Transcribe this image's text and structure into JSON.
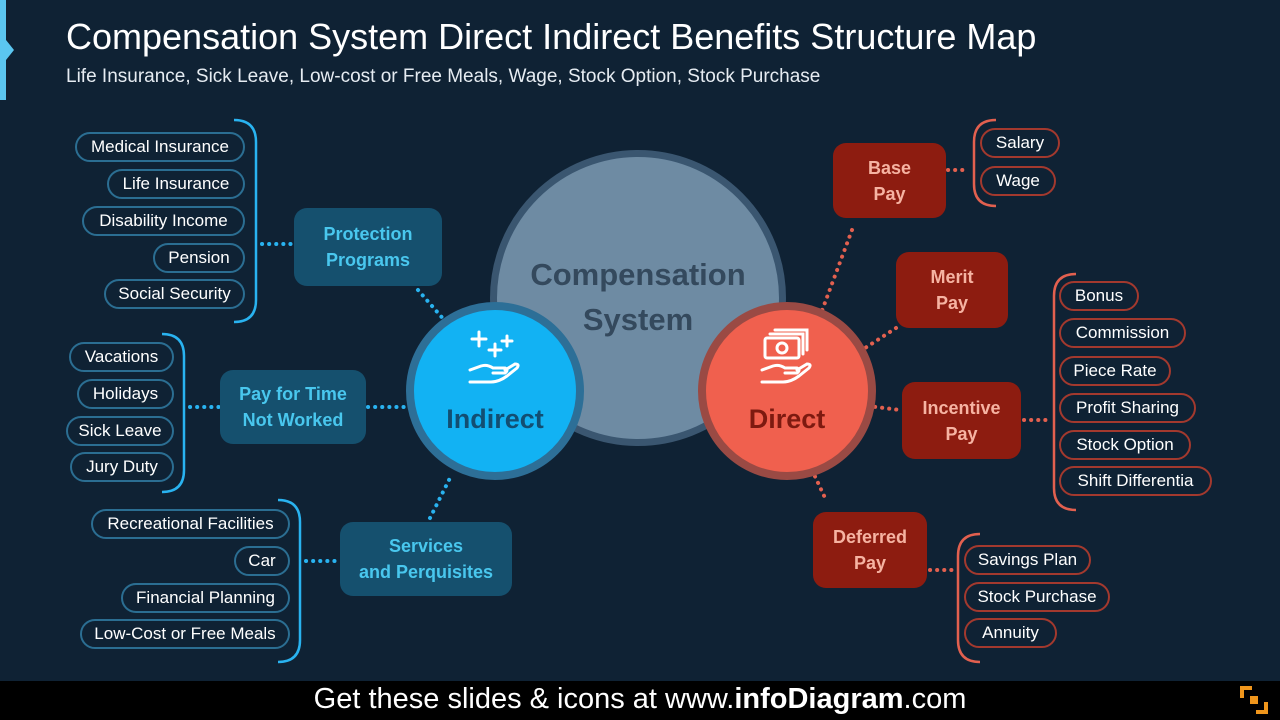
{
  "header": {
    "title": "Compensation System Direct Indirect Benefits Structure Map",
    "subtitle": "Life Insurance, Sick Leave, Low-cost or Free Meals, Wage, Stock Option, Stock Purchase"
  },
  "center": {
    "line1": "Compensation",
    "line2": "System"
  },
  "indirect": {
    "label": "Indirect",
    "icon": "hand-sparkles-icon",
    "categories": [
      {
        "line1": "Protection",
        "line2": "Programs",
        "items": [
          "Medical Insurance",
          "Life Insurance",
          "Disability Income",
          "Pension",
          "Social Security"
        ]
      },
      {
        "line1": "Pay for Time",
        "line2": "Not Worked",
        "items": [
          "Vacations",
          "Holidays",
          "Sick Leave",
          "Jury Duty"
        ]
      },
      {
        "line1": "Services",
        "line2": "and Perquisites",
        "items": [
          "Recreational Facilities",
          "Car",
          "Financial Planning",
          "Low-Cost or Free Meals"
        ]
      }
    ]
  },
  "direct": {
    "label": "Direct",
    "icon": "hand-money-icon",
    "categories": [
      {
        "line1": "Base",
        "line2": "Pay",
        "items": [
          "Salary",
          "Wage"
        ]
      },
      {
        "line1": "Merit",
        "line2": "Pay",
        "items": []
      },
      {
        "line1": "Incentive",
        "line2": "Pay",
        "items": [
          "Bonus",
          "Commission",
          "Piece Rate",
          "Profit Sharing",
          "Stock Option",
          "Shift Differentia"
        ]
      },
      {
        "line1": "Deferred",
        "line2": "Pay",
        "items": [
          "Savings Plan",
          "Stock Purchase",
          "Annuity"
        ]
      }
    ]
  },
  "footer": {
    "prefix": "Get these slides & icons at www.",
    "brand": "infoDiagram",
    "suffix": ".com"
  },
  "colors": {
    "background": "#0f2234",
    "indirect": "#12b2f3",
    "direct": "#f0604e",
    "blue_category": "#15506e",
    "red_category": "#8d1c10"
  }
}
